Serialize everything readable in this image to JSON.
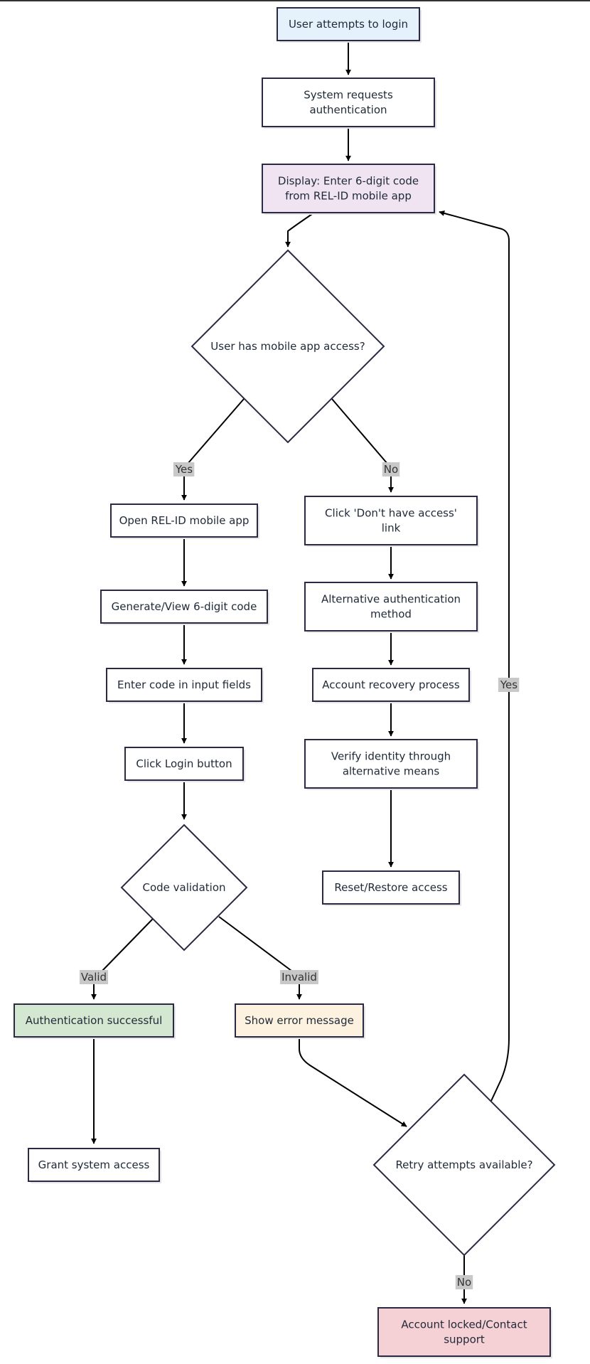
{
  "nodes": {
    "start": {
      "lines": [
        "User attempts to login"
      ],
      "fill": "#e6f2fb"
    },
    "sys_req": {
      "lines": [
        "System requests",
        "authentication"
      ]
    },
    "display": {
      "lines": [
        "Display: Enter 6-digit code",
        "from REL-ID mobile app"
      ],
      "fill": "#f1e4f2"
    },
    "has_access": {
      "lines": [
        "User has mobile app access?"
      ]
    },
    "open_app": {
      "lines": [
        "Open REL-ID mobile app"
      ]
    },
    "generate": {
      "lines": [
        "Generate/View 6-digit code"
      ]
    },
    "enter_code": {
      "lines": [
        "Enter code in input fields"
      ]
    },
    "click_login": {
      "lines": [
        "Click Login button"
      ]
    },
    "validation": {
      "lines": [
        "Code validation"
      ]
    },
    "auth_ok": {
      "lines": [
        "Authentication successful"
      ],
      "fill": "#d4e8d1"
    },
    "grant": {
      "lines": [
        "Grant system access"
      ]
    },
    "error": {
      "lines": [
        "Show error message"
      ],
      "fill": "#fdf2e0"
    },
    "retry": {
      "lines": [
        "Retry attempts available?"
      ]
    },
    "locked": {
      "lines": [
        "Account locked/Contact",
        "support"
      ],
      "fill": "#f5d0d5"
    },
    "dont_have": {
      "lines": [
        "Click 'Don't have access'",
        "link"
      ]
    },
    "alt_auth": {
      "lines": [
        "Alternative authentication",
        "method"
      ]
    },
    "recovery": {
      "lines": [
        "Account recovery process"
      ]
    },
    "verify": {
      "lines": [
        "Verify identity through",
        "alternative means"
      ]
    },
    "reset": {
      "lines": [
        "Reset/Restore access"
      ]
    }
  },
  "edge_labels": {
    "yes_access": "Yes",
    "no_access": "No",
    "valid": "Valid",
    "invalid": "Invalid",
    "retry_yes": "Yes",
    "retry_no": "No"
  },
  "colors": {
    "stroke": "#2a2a44",
    "edge": "#000000",
    "label_bg": "#c8c8c8",
    "default_fill": "#ffffff",
    "shadow": "#e6e6e6"
  }
}
